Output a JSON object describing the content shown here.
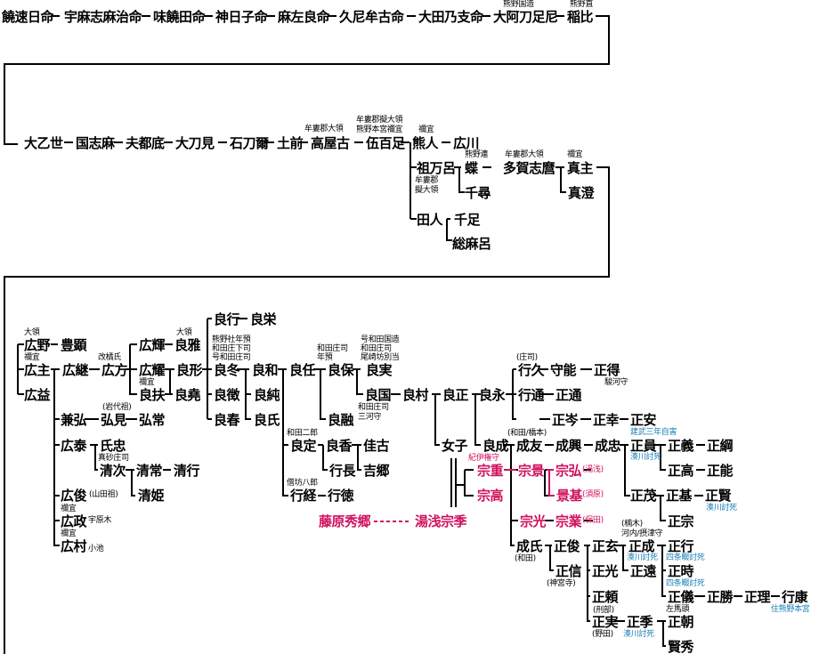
{
  "colors": {
    "text": "#000000",
    "pink": "#d0105e",
    "blue": "#1a7fb5",
    "line": "#000000"
  },
  "nodes": {
    "n1": "饒速日命",
    "n2": "宇麻志麻治命",
    "n3": "味饒田命",
    "n4": "神日子命",
    "n5": "麻左良命",
    "n6": "久尼牟古命",
    "n7": "大田乃支命",
    "n8": "大阿刀足尼",
    "n9": "稲比",
    "n10": "大乙世",
    "n11": "国志麻",
    "n12": "夫都底",
    "n13": "大刀見",
    "n14": "石刀爾",
    "n15": "土前",
    "n16": "高屋古",
    "n17": "伍百足",
    "n18": "熊人",
    "n19": "広川",
    "n20": "祖万呂",
    "n21": "蝶",
    "n22": "多賀志麿",
    "n23": "真主",
    "n24": "千尋",
    "n25": "真澄",
    "n26": "田人",
    "n27": "千足",
    "n28": "総麻呂",
    "n29": "広野",
    "n30": "豊顕",
    "n31": "広主",
    "n32": "広益",
    "n33": "広継",
    "n34": "広方",
    "n35": "広輝",
    "n36": "良雅",
    "n37": "広耀",
    "n38": "良形",
    "n39": "良扶",
    "n40": "良堯",
    "n41": "良行",
    "n42": "良栄",
    "n43": "良冬",
    "n44": "良和",
    "n45": "良任",
    "n46": "良徴",
    "n47": "良純",
    "n48": "良春",
    "n49": "良氏",
    "n50": "良保",
    "n51": "良実",
    "n52": "良融",
    "n53": "良国",
    "n54": "良村",
    "n55": "良正",
    "n56": "良永",
    "n57": "兼弘",
    "n58": "弘見",
    "n59": "弘常",
    "n60": "広泰",
    "n61": "氏忠",
    "n62": "清次",
    "n63": "清常",
    "n64": "清行",
    "n65": "清姫",
    "n66": "広俊",
    "n67": "広政",
    "n68": "広村",
    "n69": "良定",
    "n70": "良香",
    "n71": "佳古",
    "n72": "行長",
    "n73": "吉郷",
    "n74": "行経",
    "n75": "行徳",
    "n76": "行久",
    "n77": "守能",
    "n78": "正得",
    "n79": "行通",
    "n80": "正通",
    "n81": "正岑",
    "n82": "正幸",
    "n83": "正安",
    "n84": "女子",
    "n85": "良成",
    "n86": "成友",
    "n87": "成興",
    "n88": "成忠",
    "n89": "正員",
    "n90": "正義",
    "n91": "正綱",
    "n92": "正高",
    "n93": "正能",
    "n94": "宗重",
    "n95": "宗景",
    "n96": "宗弘",
    "n97": "景基",
    "n98": "宗高",
    "n99": "藤原秀郷",
    "n100": "湯浅宗季",
    "n101": "宗光",
    "n102": "宗業",
    "n103": "正茂",
    "n104": "正基",
    "n105": "正賢",
    "n106": "正宗",
    "n107": "成氏",
    "n108": "正俊",
    "n109": "正玄",
    "n110": "正成",
    "n111": "正行",
    "n112": "正信",
    "n113": "正光",
    "n114": "正遠",
    "n115": "正時",
    "n116": "正頼",
    "n117": "正儀",
    "n118": "正勝",
    "n119": "正理",
    "n120": "行康",
    "n121": "正実",
    "n122": "正季",
    "n123": "正朝",
    "n124": "賢秀"
  },
  "notes": {
    "a1": "熊野国造",
    "a2": "熊野直",
    "a3": "牟婁郡大領",
    "a4": "牟婁郡擬大領",
    "a5": "熊野本宮禰宜",
    "a6": "禰宜",
    "a7": "熊野連",
    "a8": "牟婁郡大領",
    "a9": "禰宜",
    "a10": "牟婁郡",
    "a11": "擬大領",
    "a12": "大領",
    "a13": "禰宜",
    "a14": "改橘氏",
    "a15": "禰宜",
    "a16": "大領",
    "a17": "熊野社年預",
    "a18": "和田庄下司",
    "a19": "号和田庄司",
    "a20": "和田庄司",
    "a21": "年預",
    "a22": "号和田国造",
    "a23": "和田庄司",
    "a24": "尾崎坊別当",
    "a25": "和田庄司",
    "a26": "三河守",
    "a27": "(岩代祖)",
    "a28": "(庄司)",
    "a29": "駿河守",
    "a30": "真砂庄司",
    "a31": "和田二郎",
    "a32": "(山田祖)",
    "a33": "禰宜",
    "a34": "宇原木",
    "a35": "禰宜",
    "a36": "小池",
    "a37": "僧坊八郎",
    "a38": "建武三年自害",
    "a39": "(和田/橋本)",
    "a40": "湊川討死",
    "a41": "紀伊権守",
    "a42": "(湯浅)",
    "a43": "(須原)",
    "a44": "(保田)",
    "a45": "湊川討死",
    "a46": "(楠木)",
    "a47": "河内/摂津守",
    "a48": "湊川討死",
    "a49": "四条畷討死",
    "a50": "(和田)",
    "a51": "(神宮寺)",
    "a52": "四条畷討死",
    "a53": "左馬頭",
    "a54": "(刑部)",
    "a55": "住熊野本宮",
    "a56": "(野田)",
    "a57": "湊川討死"
  }
}
